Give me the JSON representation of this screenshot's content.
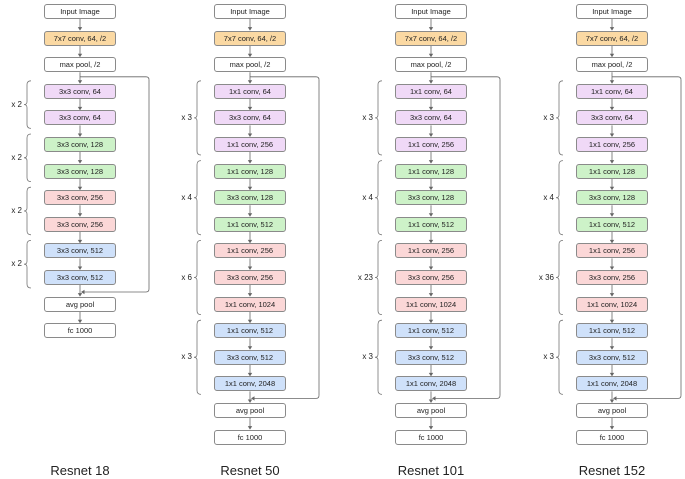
{
  "colors": {
    "input": "#ffffff",
    "stem": "#fbd9a3",
    "pool": "#ffffff",
    "stage1": "#f0d9f7",
    "stage2": "#cdf2c8",
    "stage3": "#fbd7d7",
    "stage4": "#cfe1fa",
    "border": "#8a8a8a",
    "line": "#666666"
  },
  "networks": [
    {
      "title": "Resnet 18",
      "input": "Input Image",
      "stem_conv": "7x7 conv, 64, /2",
      "stem_pool": "max pool, /2",
      "stages": [
        {
          "repeat": "x 2",
          "layers": [
            "3x3 conv, 64",
            "3x3 conv, 64"
          ]
        },
        {
          "repeat": "x 2",
          "layers": [
            "3x3 conv, 128",
            "3x3 conv, 128"
          ]
        },
        {
          "repeat": "x 2",
          "layers": [
            "3x3 conv, 256",
            "3x3 conv, 256"
          ]
        },
        {
          "repeat": "x 2",
          "layers": [
            "3x3 conv, 512",
            "3x3 conv, 512"
          ]
        }
      ],
      "avgpool": "avg pool",
      "fc": "fc 1000"
    },
    {
      "title": "Resnet 50",
      "input": "Input Image",
      "stem_conv": "7x7 conv, 64, /2",
      "stem_pool": "max pool, /2",
      "stages": [
        {
          "repeat": "x 3",
          "layers": [
            "1x1 conv, 64",
            "3x3 conv, 64",
            "1x1 conv, 256"
          ]
        },
        {
          "repeat": "x 4",
          "layers": [
            "1x1 conv, 128",
            "3x3 conv, 128",
            "1x1 conv, 512"
          ]
        },
        {
          "repeat": "x 6",
          "layers": [
            "1x1 conv, 256",
            "3x3 conv, 256",
            "1x1 conv, 1024"
          ]
        },
        {
          "repeat": "x 3",
          "layers": [
            "1x1 conv, 512",
            "3x3 conv, 512",
            "1x1 conv, 2048"
          ]
        }
      ],
      "avgpool": "avg pool",
      "fc": "fc 1000"
    },
    {
      "title": "Resnet 101",
      "input": "Input Image",
      "stem_conv": "7x7 conv, 64, /2",
      "stem_pool": "max pool, /2",
      "stages": [
        {
          "repeat": "x 3",
          "layers": [
            "1x1 conv, 64",
            "3x3 conv, 64",
            "1x1 conv, 256"
          ]
        },
        {
          "repeat": "x 4",
          "layers": [
            "1x1 conv, 128",
            "3x3 conv, 128",
            "1x1 conv, 512"
          ]
        },
        {
          "repeat": "x 23",
          "layers": [
            "1x1 conv, 256",
            "3x3 conv, 256",
            "1x1 conv, 1024"
          ]
        },
        {
          "repeat": "x 3",
          "layers": [
            "1x1 conv, 512",
            "3x3 conv, 512",
            "1x1 conv, 2048"
          ]
        }
      ],
      "avgpool": "avg pool",
      "fc": "fc 1000"
    },
    {
      "title": "Resnet 152",
      "input": "Input Image",
      "stem_conv": "7x7 conv, 64, /2",
      "stem_pool": "max pool, /2",
      "stages": [
        {
          "repeat": "x 3",
          "layers": [
            "1x1 conv, 64",
            "3x3 conv, 64",
            "1x1 conv, 256"
          ]
        },
        {
          "repeat": "x 4",
          "layers": [
            "1x1 conv, 128",
            "3x3 conv, 128",
            "1x1 conv, 512"
          ]
        },
        {
          "repeat": "x 36",
          "layers": [
            "1x1 conv, 256",
            "3x3 conv, 256",
            "1x1 conv, 1024"
          ]
        },
        {
          "repeat": "x 3",
          "layers": [
            "1x1 conv, 512",
            "3x3 conv, 512",
            "1x1 conv, 2048"
          ]
        }
      ],
      "avgpool": "avg pool",
      "fc": "fc 1000"
    }
  ]
}
